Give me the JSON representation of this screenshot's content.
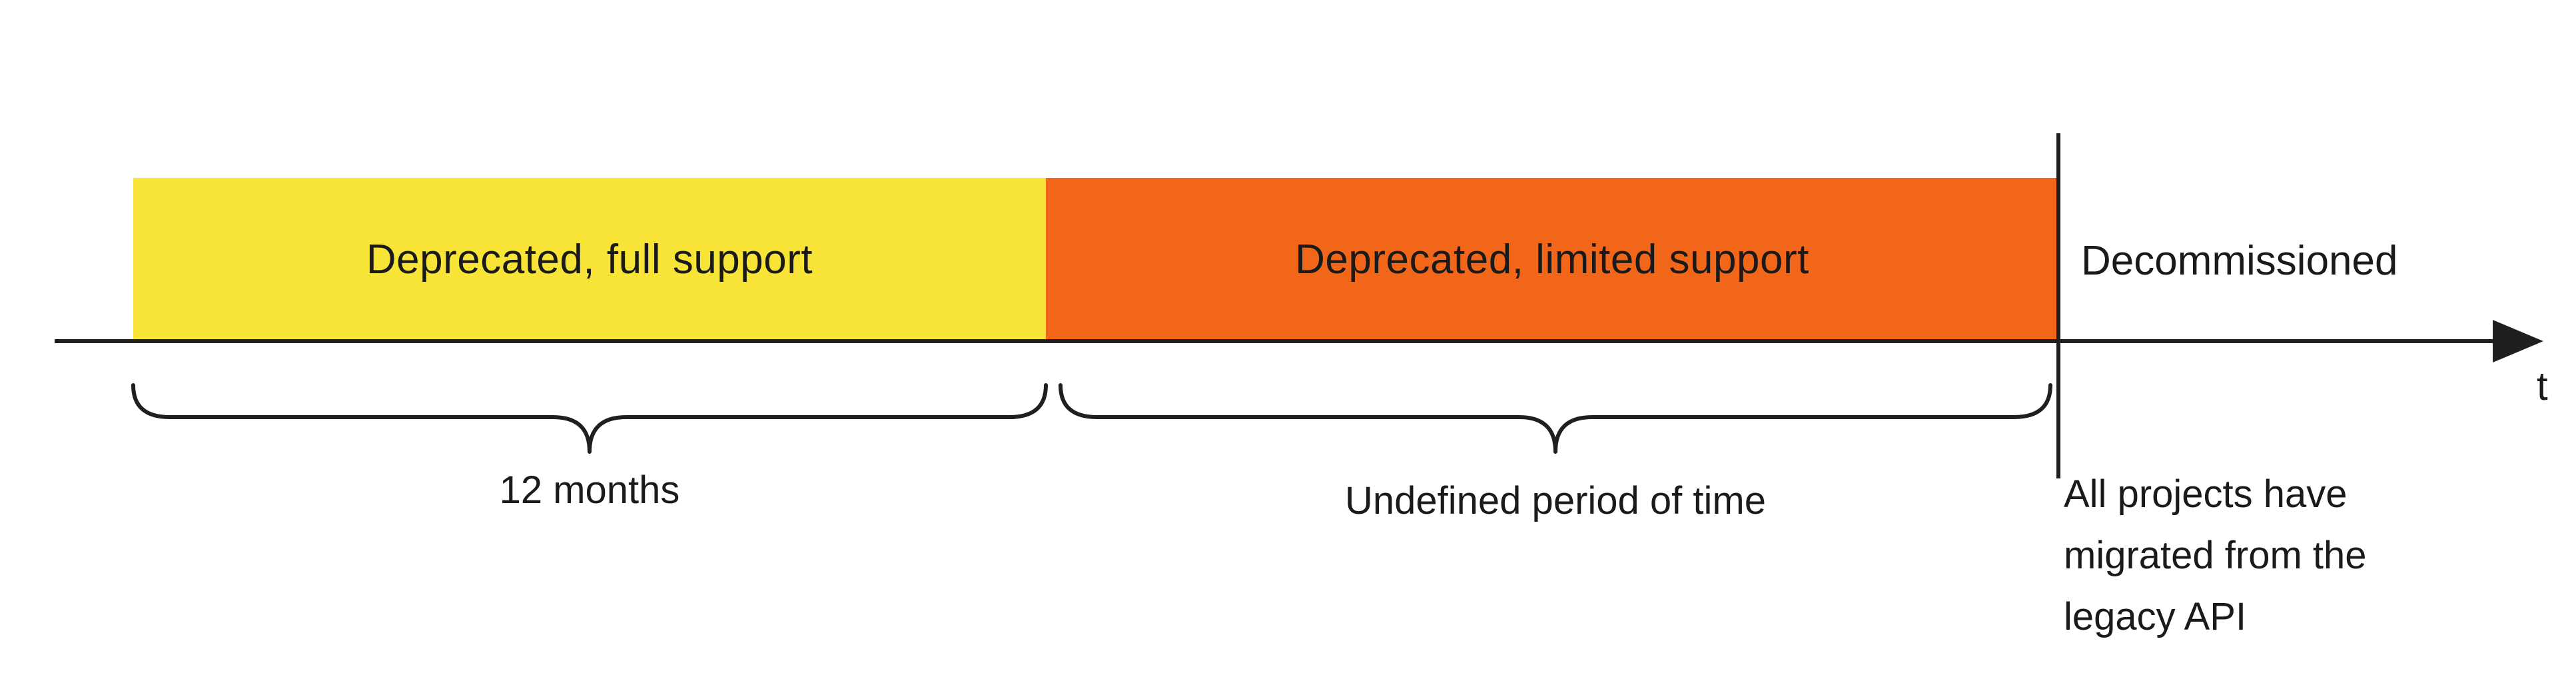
{
  "timeline": {
    "axis_label": "t",
    "phases": [
      {
        "label": "Deprecated, full support",
        "color": "#F7E436",
        "duration_label": "12 months"
      },
      {
        "label": "Deprecated, limited support",
        "color": "#F26619",
        "duration_label": "Undefined period of time"
      }
    ],
    "end_state": {
      "label": "Decommissioned",
      "note_lines": {
        "0": "All projects have",
        "1": "migrated from the",
        "2": "legacy API"
      }
    },
    "colors": {
      "stroke": "#1F1F1F",
      "text": "#1A1A1A"
    }
  }
}
